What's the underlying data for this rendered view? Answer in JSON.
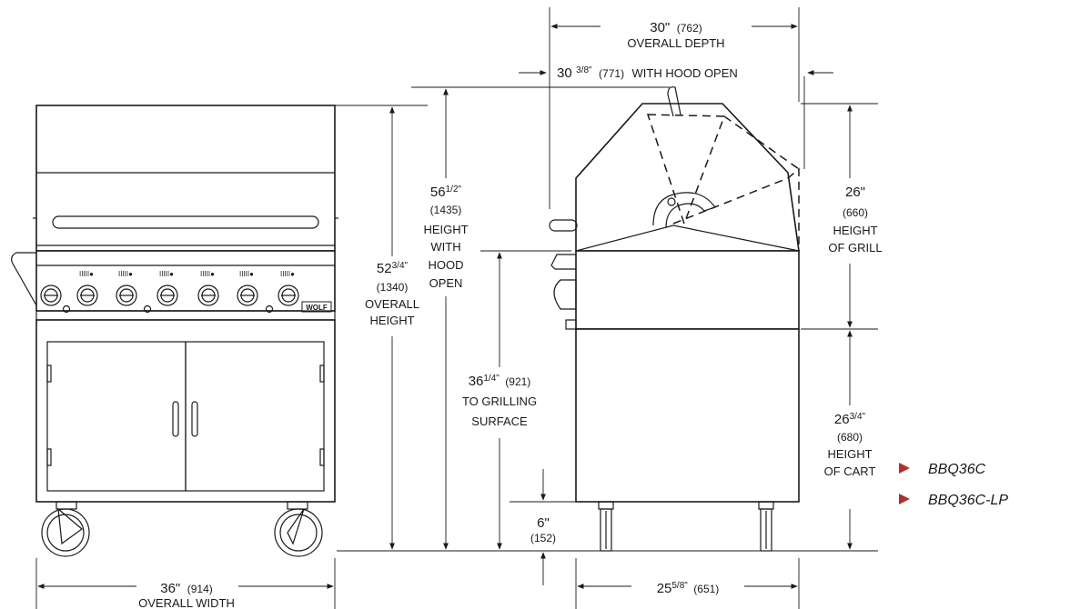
{
  "colors": {
    "line": "#1a1a1a",
    "accent": "#b03030",
    "background": "#ffffff"
  },
  "brand_badge": "WOLF",
  "models": [
    "BBQ36C",
    "BBQ36C-LP"
  ],
  "dimensions": {
    "depth": {
      "value": "30\"",
      "metric": "(762)",
      "label": "OVERALL DEPTH"
    },
    "hood_open_depth": {
      "whole": "30",
      "fraction": "3/8\"",
      "metric": "(771)",
      "label": "WITH HOOD OPEN"
    },
    "height_hood_open": {
      "whole": "56",
      "fraction": "1/2\"",
      "metric": "(1435)",
      "lines": [
        "HEIGHT",
        "WITH",
        "HOOD",
        "OPEN"
      ]
    },
    "overall_height": {
      "whole": "52",
      "fraction": "3/4\"",
      "metric": "(1340)",
      "lines": [
        "OVERALL",
        "HEIGHT"
      ]
    },
    "grilling_surface": {
      "whole": "36",
      "fraction": "1/4\"",
      "metric": "(921)",
      "lines": [
        "TO GRILLING",
        "SURFACE"
      ]
    },
    "clearance": {
      "value": "6\"",
      "metric": "(152)"
    },
    "grill_height": {
      "value": "26\"",
      "metric": "(660)",
      "lines": [
        "HEIGHT",
        "OF GRILL"
      ]
    },
    "cart_height": {
      "whole": "26",
      "fraction": "3/4\"",
      "metric": "(680)",
      "lines": [
        "HEIGHT",
        "OF CART"
      ]
    },
    "width": {
      "value": "36\"",
      "metric": "(914)",
      "label": "OVERALL WIDTH"
    },
    "cart_depth": {
      "whole": "25",
      "fraction": "5/8\"",
      "metric": "(651)"
    }
  }
}
